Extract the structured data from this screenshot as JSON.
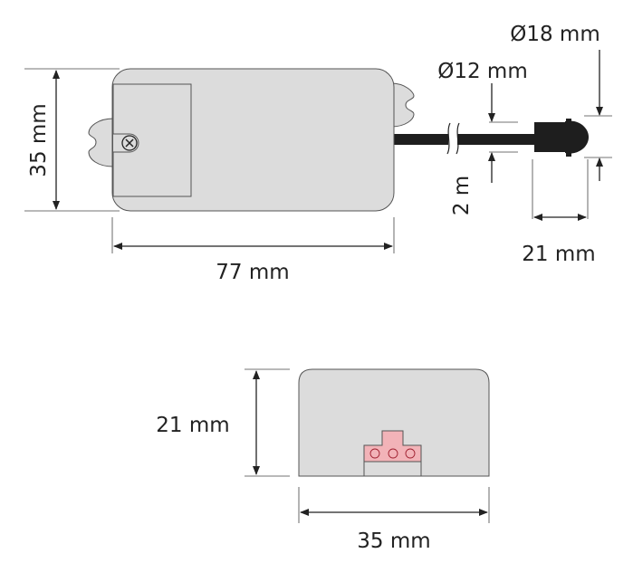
{
  "top_view": {
    "height_label": "35 mm",
    "length_label": "77 mm",
    "cable_length_label": "2 m",
    "cable_diameter_label": "Ø12 mm",
    "sensor_diameter_label": "Ø18 mm",
    "sensor_length_label": "21 mm"
  },
  "end_view": {
    "height_label": "21 mm",
    "width_label": "35 mm"
  },
  "colors": {
    "body": "#dcdcdc",
    "outline": "#555555",
    "cable": "#1e1e1e",
    "terminal": "#f2b3b8"
  }
}
